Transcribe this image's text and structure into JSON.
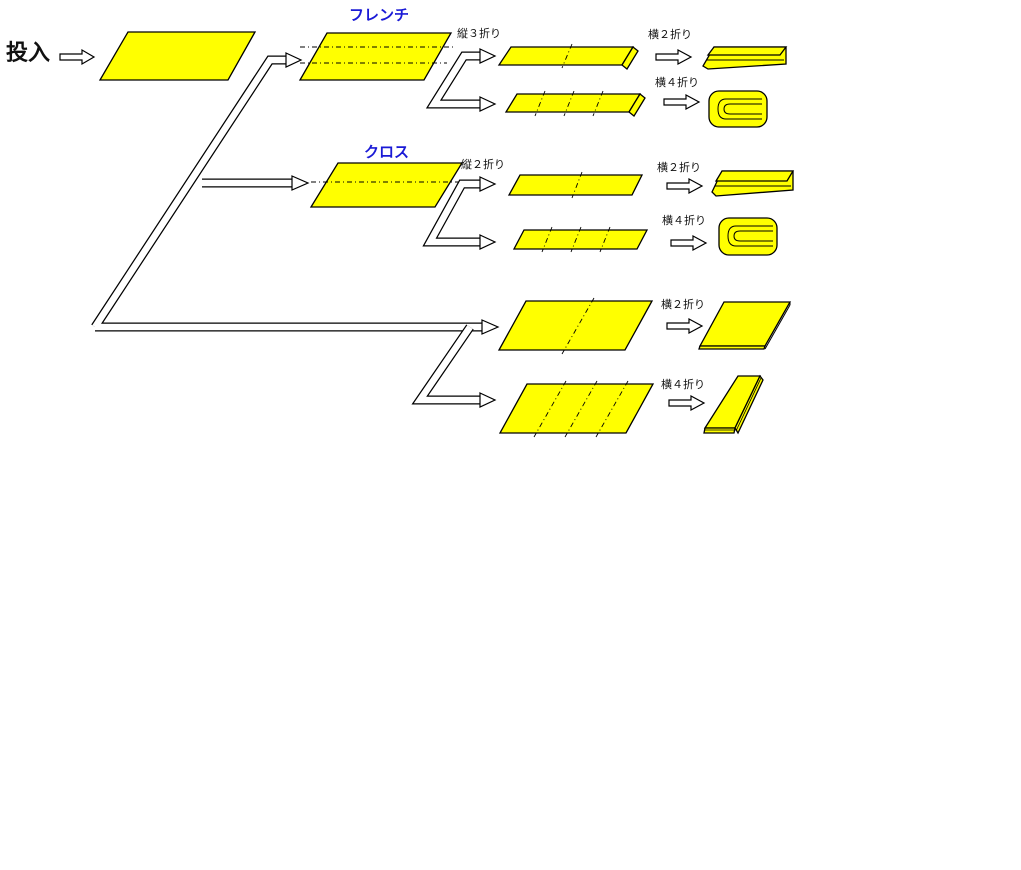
{
  "labels": {
    "input": "投入",
    "french": "フレンチ",
    "cross": "クロス",
    "vertical_3_fold": "縦３折り",
    "vertical_2_fold": "縦２折り",
    "horizontal_2_fold": "横２折り",
    "horizontal_4_fold": "横４折り"
  },
  "colors": {
    "sheet": "#ffff00",
    "outline": "#000000",
    "heading": "#1a1ad6"
  }
}
